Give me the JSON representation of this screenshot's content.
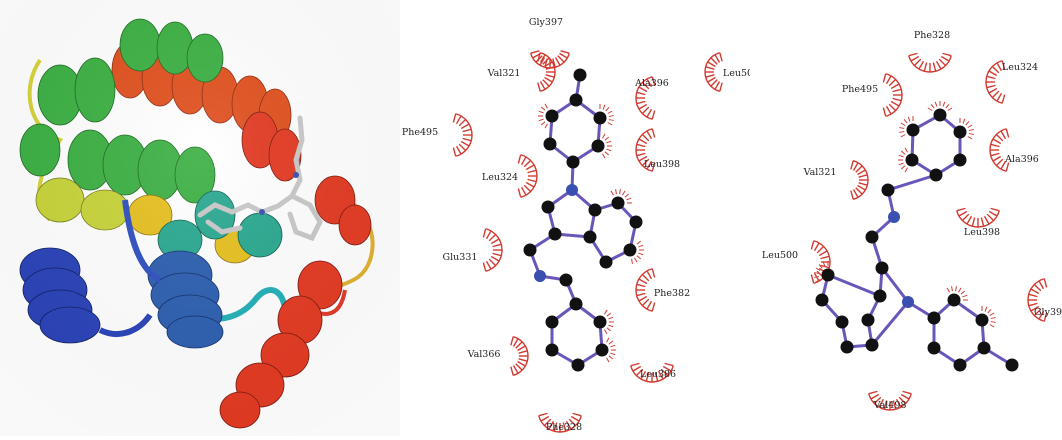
{
  "colors": {
    "arc": "#d23a30",
    "bond": "#6a55b8",
    "carbon": "#111111",
    "nitrogen": "#3a4fb0"
  },
  "panel_b": {
    "residues": [
      "Gly397",
      "Val321",
      "Ala396",
      "Leu50",
      "Phe495",
      "Leu398",
      "Leu324",
      "Glu331",
      "Phe382",
      "Val366",
      "Leu386",
      "Phe328"
    ]
  },
  "panel_c": {
    "residues": [
      "Phe328",
      "Phe495",
      "Leu324",
      "Ala396",
      "Val321",
      "Leu398",
      "Leu500",
      "Gly39",
      "Val498"
    ]
  }
}
